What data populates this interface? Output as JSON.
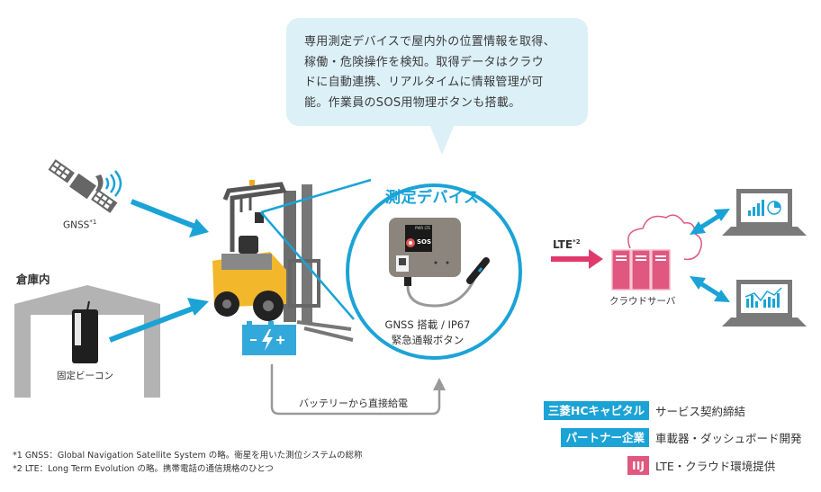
{
  "colors": {
    "accent_blue": "#1ba3d6",
    "bubble_bg": "#dcf0f8",
    "server_pink": "#e0577f",
    "lte_arrow": "#e03a6c",
    "gray_icon": "#7a7a7a",
    "warehouse_gray": "#b3b3b3",
    "forklift_yellow": "#f2b72a"
  },
  "bubble": {
    "lines": [
      "専用測定デバイスで屋内外の位置情報を取得、",
      "稼働・危険操作を検知。取得データはクラウ",
      "ドに自動連携、リアルタイムに情報管理が可",
      "能。作業員のSOS用物理ボタンも搭載。"
    ]
  },
  "sources": {
    "gnss": {
      "label": "GNSS",
      "note": "*1",
      "icon": "satellite-icon"
    },
    "warehouse": {
      "label": "倉庫内",
      "icon": "warehouse-icon"
    },
    "beacon": {
      "label": "固定ビーコン",
      "icon": "beacon-icon"
    }
  },
  "forklift": {
    "icon": "forklift-icon"
  },
  "battery": {
    "icon": "battery-icon",
    "symbols": "− ⚡ +"
  },
  "power_path": {
    "label": "バッテリーから直接給電"
  },
  "device": {
    "title": "測定デバイス",
    "caption_line1": "GNSS 搭載 / IP67",
    "caption_line2": "緊急通報ボタン",
    "screen_labels": [
      "PWR",
      "LTE"
    ],
    "button_label": "SOS"
  },
  "lte": {
    "label": "LTE",
    "note": "*2"
  },
  "cloud": {
    "label": "クラウドサーバ",
    "icon": "cloud-server-icon"
  },
  "clients": [
    {
      "icon": "laptop-dashboard-icon",
      "content": "bar-and-pie-chart"
    },
    {
      "icon": "laptop-analytics-icon",
      "content": "bar-and-line-chart"
    }
  ],
  "legend": [
    {
      "tag": "三菱HCキャピタル",
      "desc": "サービス契約締結",
      "color": "#1ba3d6"
    },
    {
      "tag": "パートナー企業",
      "desc": "車載器・ダッシュボード開発",
      "color": "#1ba3d6"
    },
    {
      "tag": "IIJ",
      "desc": "LTE・クラウド環境提供",
      "color": "#e0577f"
    }
  ],
  "footnotes": [
    "*1 GNSS：Global Navigation Satellite System の略。衛星を用いた測位システムの総称",
    "*2 LTE：Long Term Evolution の略。携帯電話の通信規格のひとつ"
  ]
}
